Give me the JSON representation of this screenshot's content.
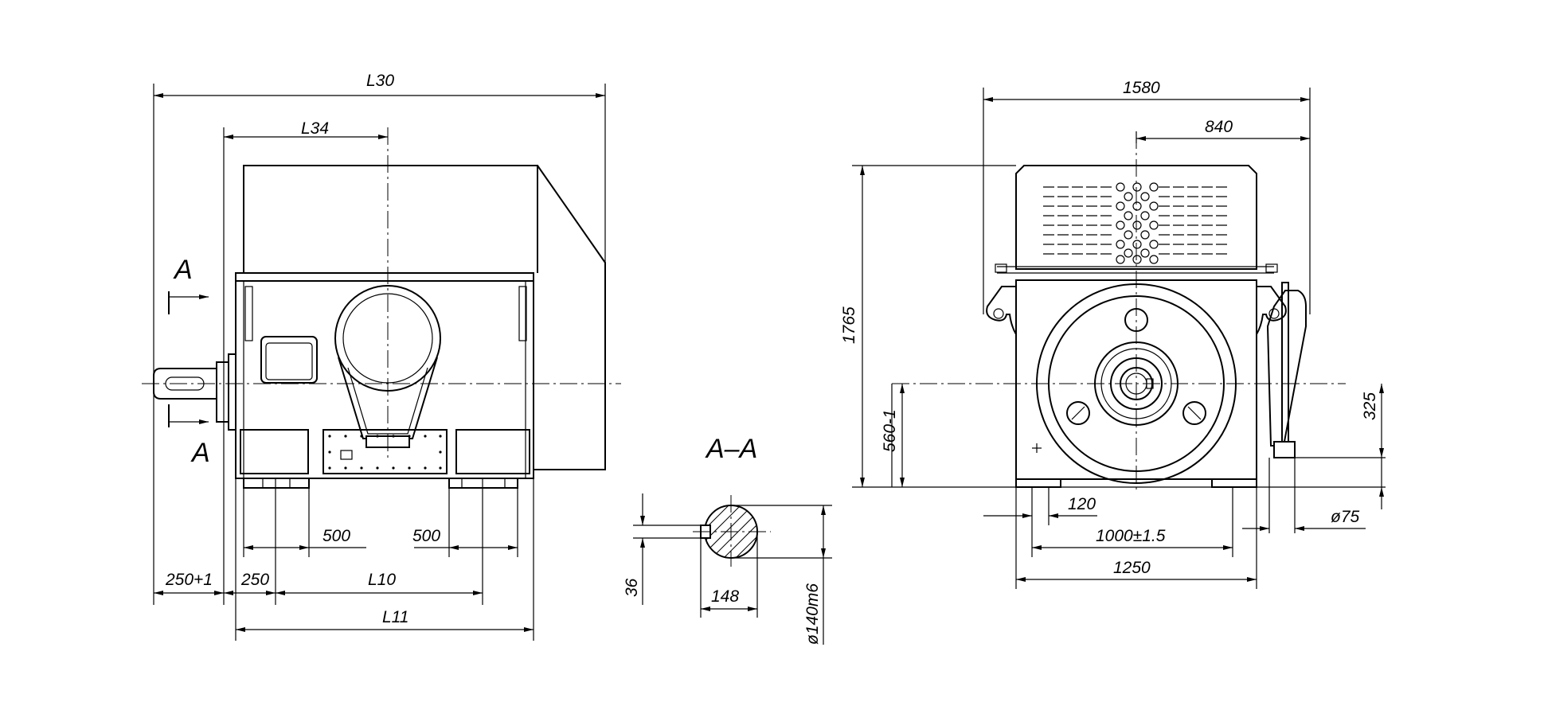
{
  "side_view": {
    "dim_L30": "L30",
    "dim_L34": "L34",
    "dim_500_left": "500",
    "dim_500_right": "500",
    "dim_250_tol": "250+1",
    "dim_250": "250",
    "dim_L10": "L10",
    "dim_L11": "L11",
    "section_A_top": "A",
    "section_A_bottom": "A"
  },
  "section": {
    "title": "A–A",
    "dim_36": "36",
    "dim_148": "148",
    "dim_diam": "ø140m6"
  },
  "front_view": {
    "dim_1580": "1580",
    "dim_840": "840",
    "dim_1765": "1765",
    "dim_560": "560-1",
    "dim_325": "325",
    "dim_120": "120",
    "dim_1000": "1000±1.5",
    "dim_1250": "1250",
    "dim_d75": "ø75"
  }
}
